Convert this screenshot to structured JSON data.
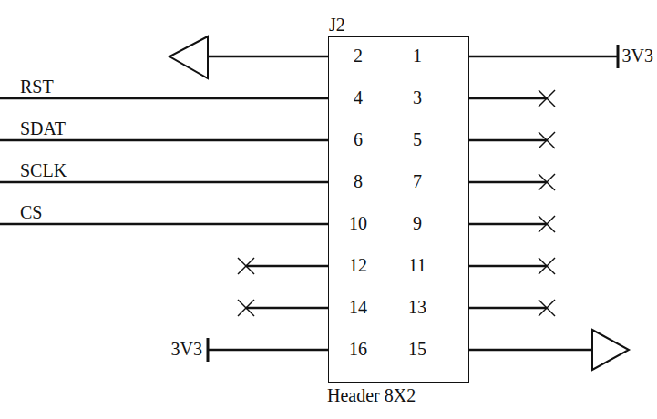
{
  "diagram": {
    "nodes": [
      {
        "text": [
          "J2",
          "Header 8X2"
        ]
      }
    ],
    "labels": [
      "2",
      "1",
      "3V3",
      "RST",
      "4",
      "3",
      "SDAT",
      "6",
      "5",
      "SCLK",
      "8",
      "7",
      "CS",
      "10",
      "9",
      "12",
      "11",
      "14",
      "13",
      "3V3",
      "16",
      "15"
    ]
  }
}
